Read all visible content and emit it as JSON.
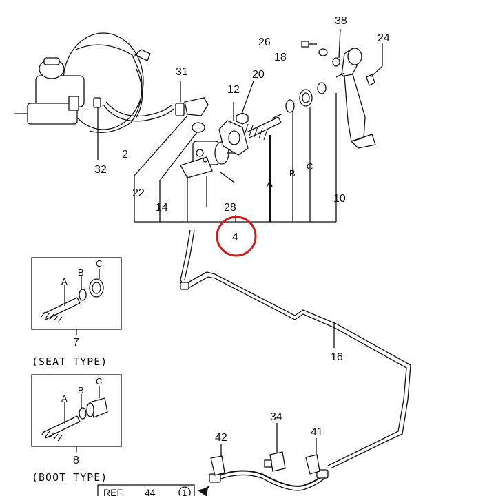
{
  "labels": {
    "p38": "38",
    "p26": "26",
    "p18": "18",
    "p24": "24",
    "p31": "31",
    "p20": "20",
    "p12": "12",
    "p32": "32",
    "p2": "2",
    "p22": "22",
    "p14": "14",
    "p28": "28",
    "p10": "10",
    "p4": "4",
    "pA": "A",
    "pB": "B",
    "pC": "C",
    "p16": "16",
    "p7": "7",
    "p8": "8",
    "p34": "34",
    "p42": "42",
    "p41": "41"
  },
  "insets": {
    "seat": {
      "caption": "(SEAT TYPE)",
      "a": "A",
      "b": "B",
      "c": "C"
    },
    "boot": {
      "caption": "(BOOT TYPE)",
      "a": "A",
      "b": "B",
      "c": "C"
    }
  },
  "reference": {
    "prefix": "REF.",
    "number": "44",
    "sub": "1"
  },
  "colors": {
    "line": "#111111",
    "highlight": "#d7191c"
  }
}
